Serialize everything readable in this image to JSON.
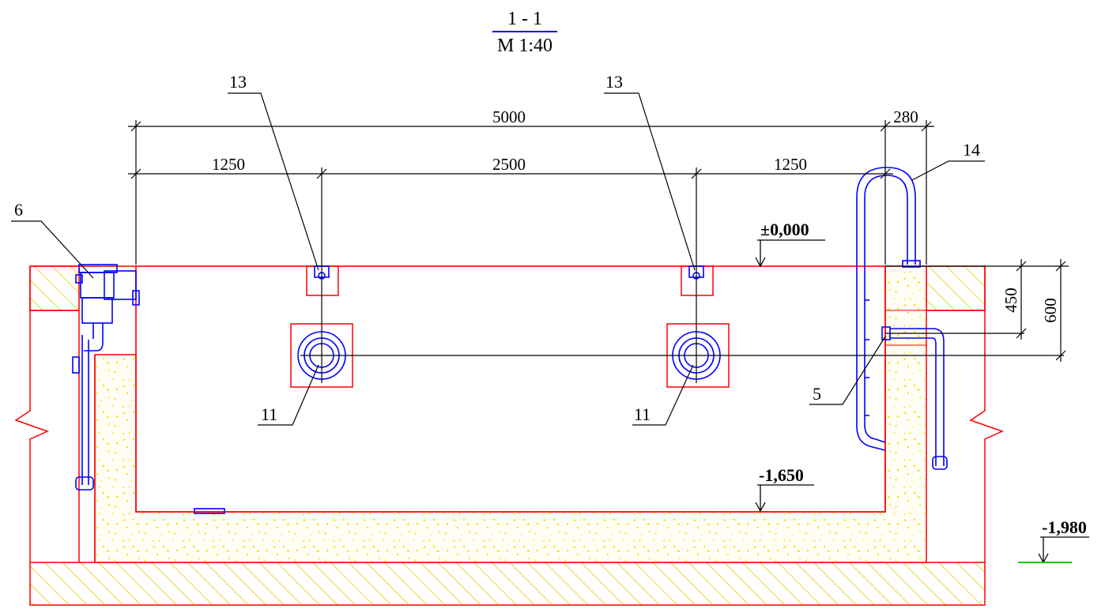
{
  "title": {
    "section": "1 - 1",
    "scale": "М 1:40"
  },
  "dimensions": {
    "total": "5000",
    "left": "1250",
    "middle": "2500",
    "right": "1250",
    "top_right": "280",
    "depth_a": "450",
    "depth_b": "600"
  },
  "levels": {
    "top": "±0,000",
    "bottom": "-1,650",
    "ground": "-1,980"
  },
  "callouts": {
    "c6": "6",
    "c13a": "13",
    "c13b": "13",
    "c14": "14",
    "c11a": "11",
    "c11b": "11",
    "c5": "5"
  },
  "colors": {
    "structure": "#ff0000",
    "equipment": "#0000ff",
    "fill": "#ffd800",
    "hatch": "#e6cc00",
    "ground": "#00cc00",
    "lines": "#000000"
  }
}
